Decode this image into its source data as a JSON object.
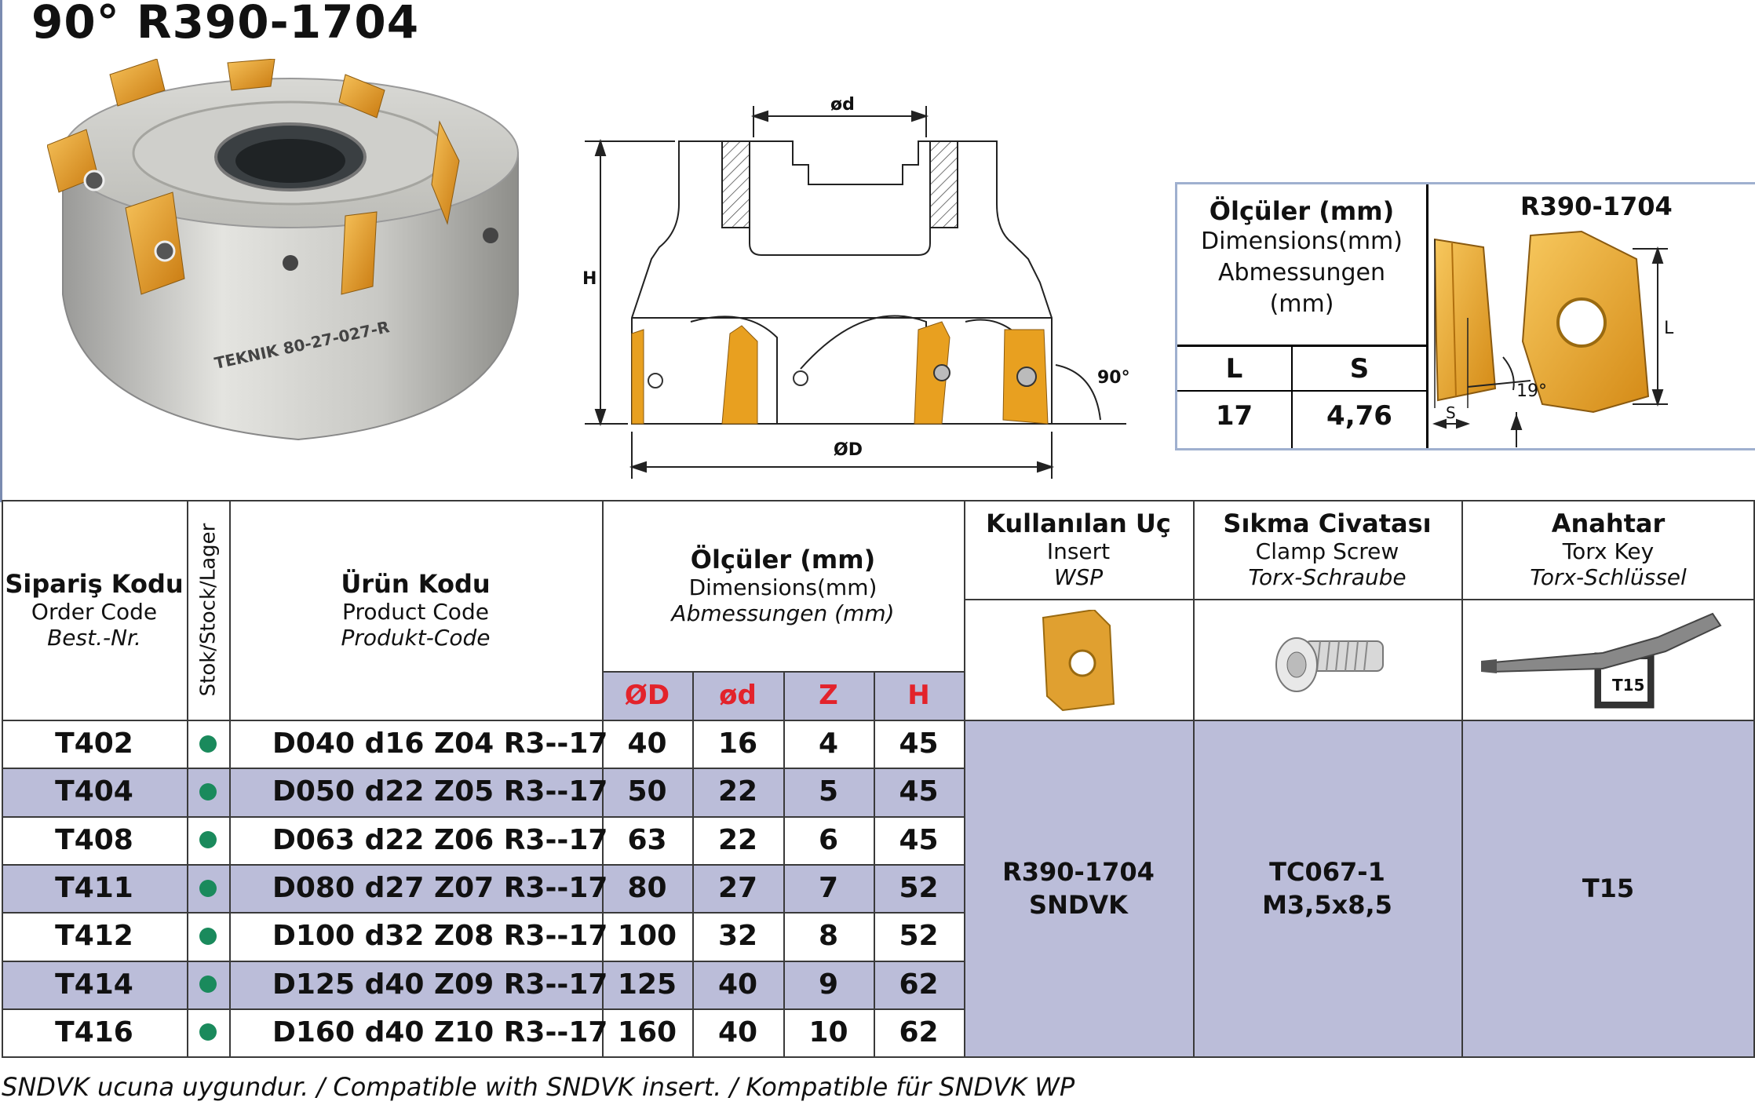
{
  "title": "90° R390-1704",
  "drawing": {
    "label_d": "ød",
    "label_H": "H",
    "label_D": "ØD",
    "label_angle": "90°"
  },
  "dim_box": {
    "header_tr": "Ölçüler (mm)",
    "header_en": "Dimensions(mm)",
    "header_de": "Abmessungen",
    "header_de2": "(mm)",
    "col_L": "L",
    "col_S": "S",
    "val_L": "17",
    "val_S": "4,76",
    "insert_title": "R390-1704",
    "label_L": "L",
    "label_S": "S",
    "label_angle": "19°"
  },
  "table": {
    "col_order": {
      "tr": "Sipariş Kodu",
      "en": "Order Code",
      "de": "Best.-Nr."
    },
    "col_stock": "Stok/Stock/Lager",
    "col_product": {
      "tr": "Ürün Kodu",
      "en": "Product Code",
      "de": "Produkt-Code"
    },
    "col_dims": {
      "tr": "Ölçüler (mm)",
      "en": "Dimensions(mm)",
      "de": "Abmessungen (mm)"
    },
    "sub_cols": [
      "ØD",
      "ød",
      "Z",
      "H"
    ],
    "col_insert": {
      "tr": "Kullanılan Uç",
      "en": "Insert",
      "de": "WSP"
    },
    "col_screw": {
      "tr": "Sıkma Civatası",
      "en": "Clamp Screw",
      "de": "Torx-Schraube"
    },
    "col_key": {
      "tr": "Anahtar",
      "en": "Torx Key",
      "de": "Torx-Schlüssel"
    },
    "key_tag": "T15",
    "rows": [
      {
        "order": "T402",
        "product": "D040 d16 Z04 R3--17",
        "D": "40",
        "d": "16",
        "Z": "4",
        "H": "45"
      },
      {
        "order": "T404",
        "product": "D050 d22 Z05 R3--17",
        "D": "50",
        "d": "22",
        "Z": "5",
        "H": "45"
      },
      {
        "order": "T408",
        "product": "D063 d22 Z06 R3--17",
        "D": "63",
        "d": "22",
        "Z": "6",
        "H": "45"
      },
      {
        "order": "T411",
        "product": "D080 d27 Z07 R3--17",
        "D": "80",
        "d": "27",
        "Z": "7",
        "H": "52"
      },
      {
        "order": "T412",
        "product": "D100 d32 Z08 R3--17",
        "D": "100",
        "d": "32",
        "Z": "8",
        "H": "52"
      },
      {
        "order": "T414",
        "product": "D125 d40 Z09 R3--17",
        "D": "125",
        "d": "40",
        "Z": "9",
        "H": "62"
      },
      {
        "order": "T416",
        "product": "D160 d40 Z10 R3--17",
        "D": "160",
        "d": "40",
        "Z": "10",
        "H": "62"
      }
    ],
    "insert_value_1": "R390-1704",
    "insert_value_2": "SNDVK",
    "screw_value_1": "TC067-1",
    "screw_value_2": "M3,5x8,5",
    "key_value": "T15"
  },
  "footnote": "SNDVK ucuna uygundur. / Compatible with SNDVK insert. / Kompatible für SNDVK WP",
  "colors": {
    "highlight": "#bbbdd9",
    "red": "#e3232b",
    "stock_dot": "#1a8a5c",
    "insert_gold": "#e8a020"
  }
}
